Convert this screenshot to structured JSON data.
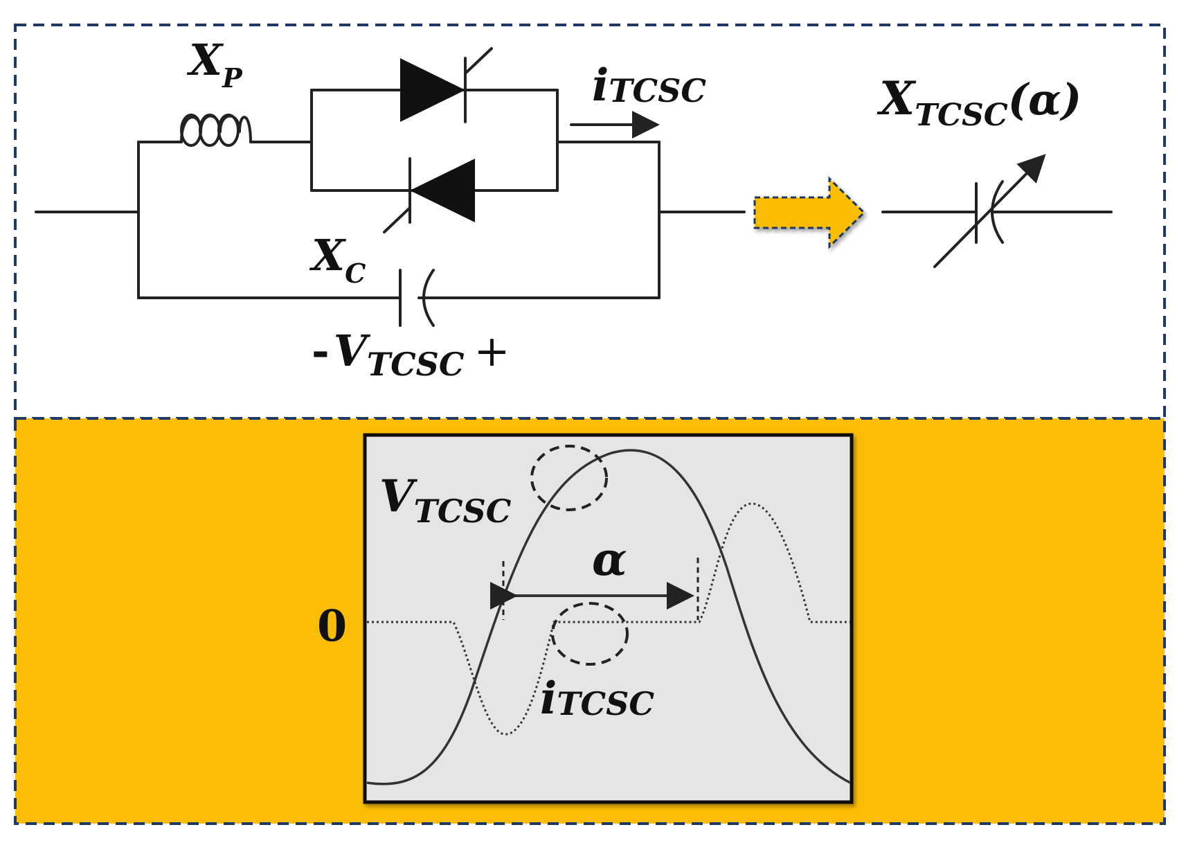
{
  "colors": {
    "panel_accent": "#FBBD05",
    "frame_dash": "#1F3864",
    "plot_bg": "#E5E5E5",
    "ink": "#222222"
  },
  "labels": {
    "xp_main": "X",
    "xp_sub": "P",
    "xc_main": "X",
    "xc_sub": "C",
    "itcsc_top_main": "i",
    "itcsc_top_sub": "TCSC",
    "vtcsc_minus": "-",
    "vtcsc_main": "V",
    "vtcsc_sub": "TCSC",
    "vtcsc_plus": "+",
    "xtcsc_main": "X",
    "xtcsc_sub": "TCSC",
    "xtcsc_arg": "(α)"
  },
  "waveform": {
    "zero_label": "0",
    "v_label_main": "V",
    "v_label_sub": "TCSC",
    "i_label_main": "i",
    "i_label_sub": "TCSC",
    "alpha_label": "α"
  },
  "icons": [
    "inductor-icon",
    "thyristor-icon",
    "capacitor-icon",
    "variable-capacitor-icon",
    "equivalence-arrow-icon"
  ]
}
